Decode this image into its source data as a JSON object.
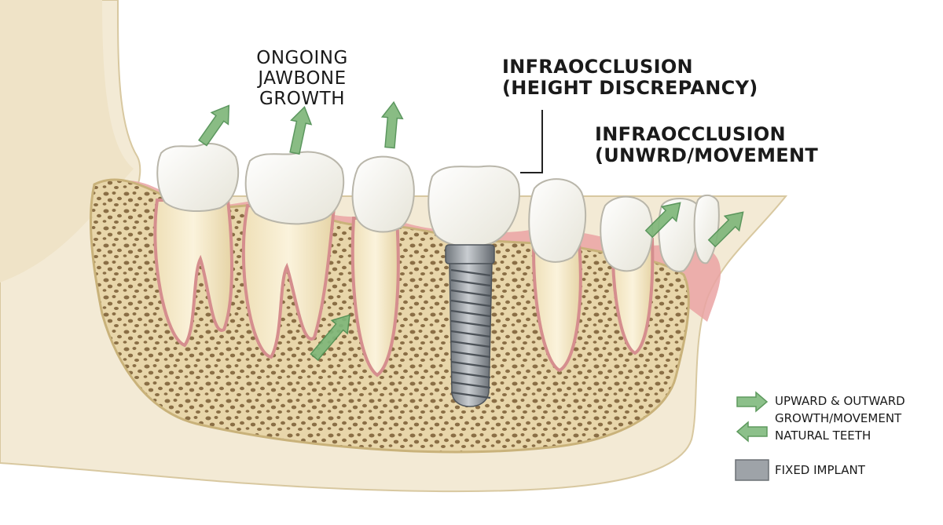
{
  "labels": {
    "jawbone_growth": [
      "ONGOING",
      "JAWBONE",
      "GROWTH"
    ],
    "height_discrepancy": [
      "INFRAOCCLUSION",
      "(HEIGHT DISCREPANCY)"
    ],
    "unward_movement": [
      "INFRAOCCLUSION",
      "(UNWRD/MOVEMENT"
    ]
  },
  "legend": {
    "movement_lines": [
      "UPWARD & OUTWARD",
      "GROWTH/MOVEMENT",
      "NATURAL TEETH"
    ],
    "implant": "FIXED IMPLANT"
  },
  "colors": {
    "arrow": "#7fb77a",
    "bone": "#efe2bf",
    "gum": "#eaa3a3",
    "tooth": "#f7f6f0",
    "implant": "#9ea3a8",
    "jaw": "#f3ead5"
  }
}
